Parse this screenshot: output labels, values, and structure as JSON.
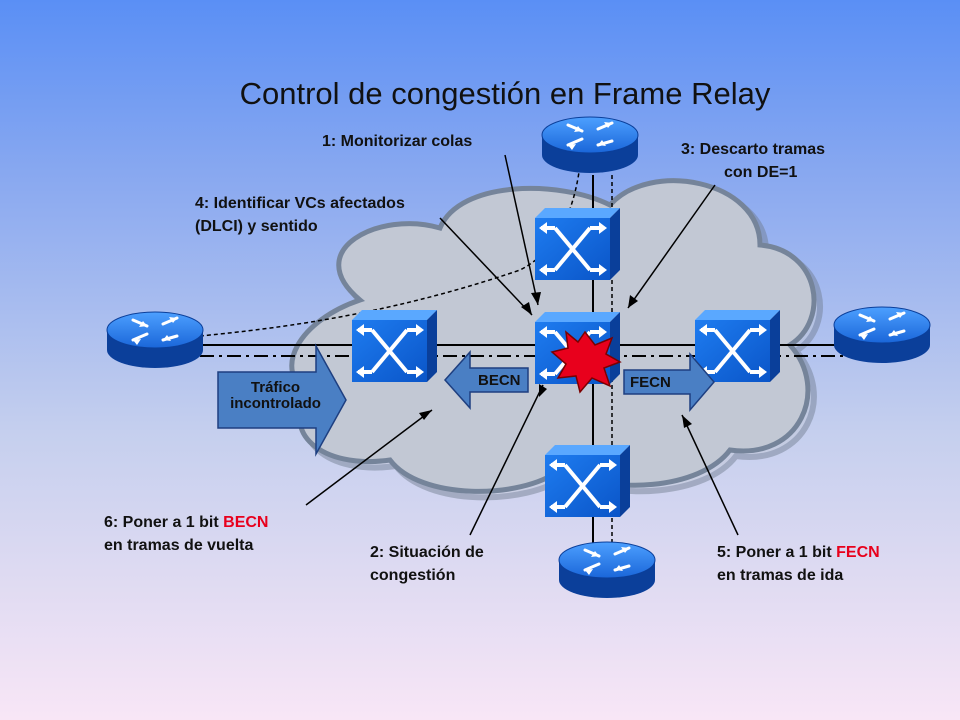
{
  "title": "Control de congestión en Frame Relay",
  "labels": {
    "step1": "1: Monitorizar colas",
    "step2_line1": "2: Situación de",
    "step2_line2": "congestión",
    "step3_line1": "3: Descarto tramas",
    "step3_line2": "con DE=1",
    "step4_line1": "4: Identificar VCs afectados",
    "step4_line2": "(DLCI) y sentido",
    "step5_line1_prefix": "5: Poner a 1 bit ",
    "step5_highlight": "FECN",
    "step5_line2": "en tramas de ida",
    "step6_line1_prefix": "6: Poner a 1 bit ",
    "step6_highlight": "BECN",
    "step6_line2": "en tramas de vuelta"
  },
  "arrows": {
    "traffic_line1": "Tráfico",
    "traffic_line2": "incontrolado",
    "becn": "BECN",
    "fecn": "FECN"
  },
  "colors": {
    "highlight": "#e8001c",
    "cloud": "#c2c8d4",
    "device": "#1a66d9",
    "arrow": "#4a7fc4",
    "burst": "#e8001c"
  }
}
